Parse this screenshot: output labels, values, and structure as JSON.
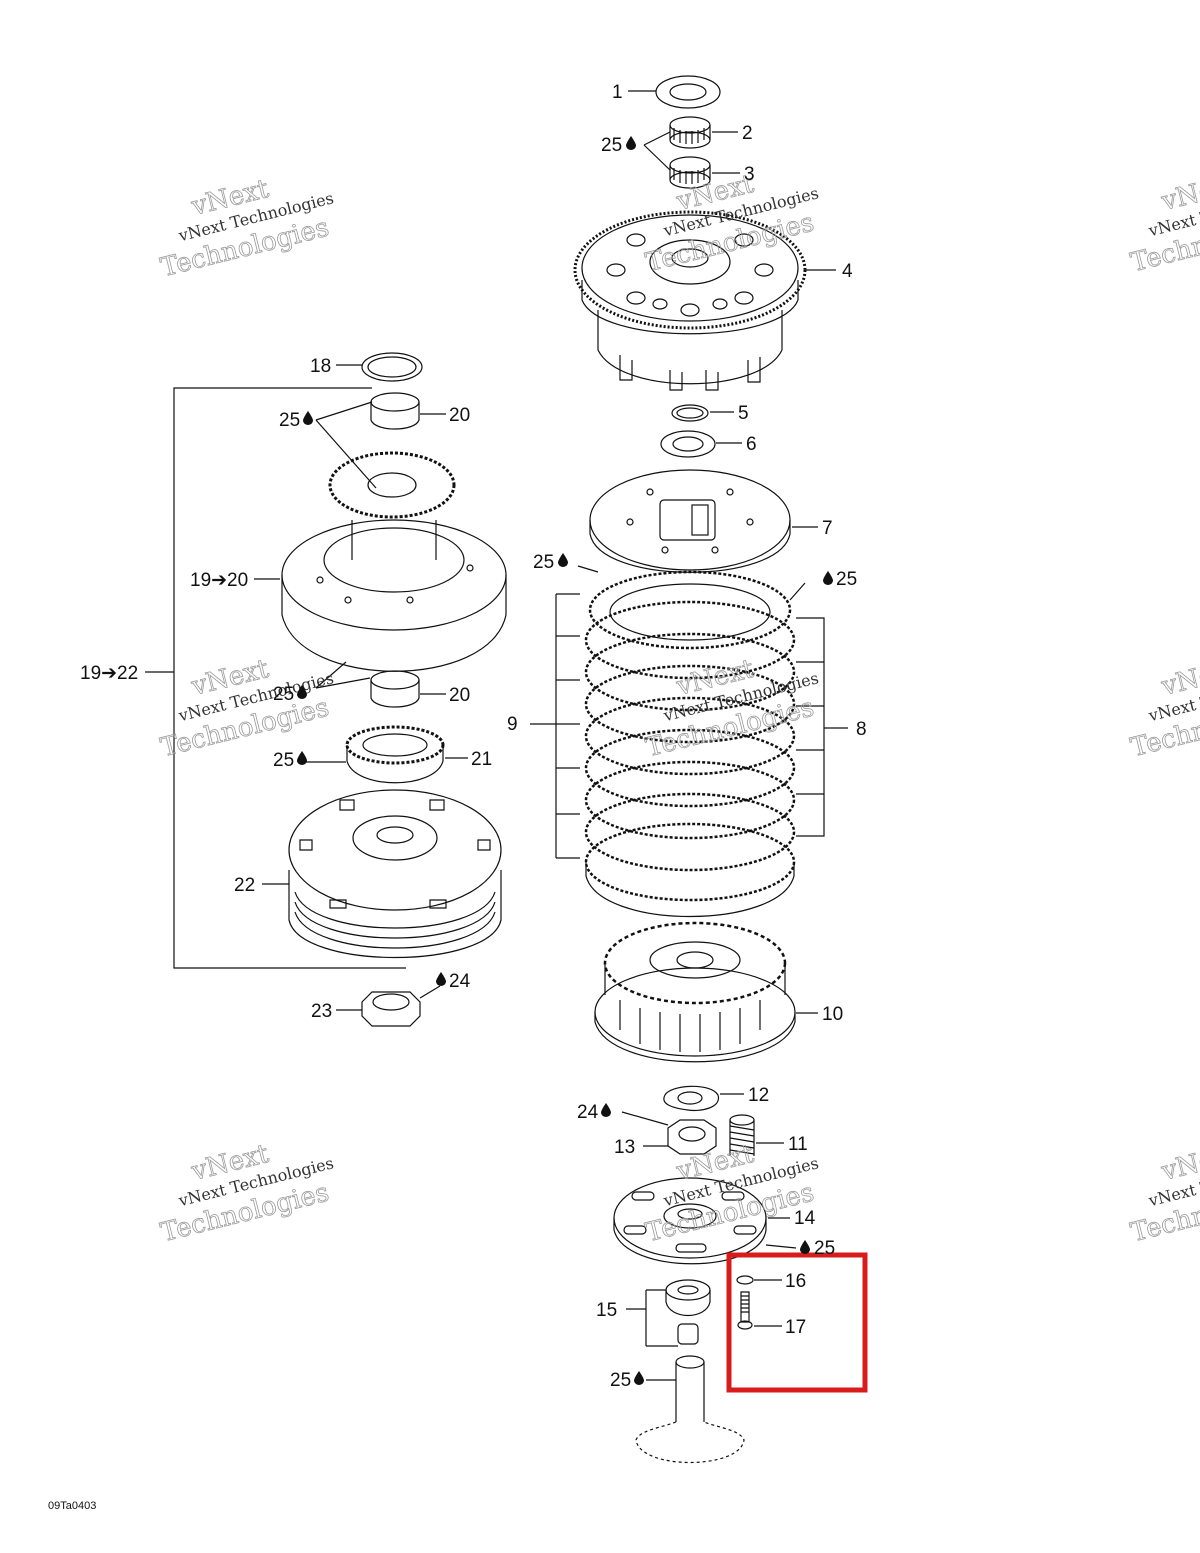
{
  "drawing_code": "09Ta0403",
  "watermark": {
    "line1": "vNext",
    "line2": "vNext Technologies",
    "line3": "Technologies"
  },
  "lube_symbol": "oil-drop-icon",
  "highlight_color": "#d81b1b",
  "callouts": {
    "c1": "1",
    "c2": "2",
    "c25a": "25",
    "c3": "3",
    "c4": "4",
    "c5": "5",
    "c6": "6",
    "c7": "7",
    "c25b": "25",
    "c25c": "25",
    "c8": "8",
    "c9": "9",
    "c10": "10",
    "c12": "12",
    "c24a": "24",
    "c13": "13",
    "c11": "11",
    "c14": "14",
    "c25d": "25",
    "c15": "15",
    "c16": "16",
    "c17": "17",
    "c25e": "25",
    "c18": "18",
    "c25f": "25",
    "c20a": "20",
    "c19_20": "19➔20",
    "c19_22": "19➔22",
    "c25g": "25",
    "c20b": "20",
    "c25h": "25",
    "c21": "21",
    "c22": "22",
    "c23": "23",
    "c24b": "24"
  }
}
